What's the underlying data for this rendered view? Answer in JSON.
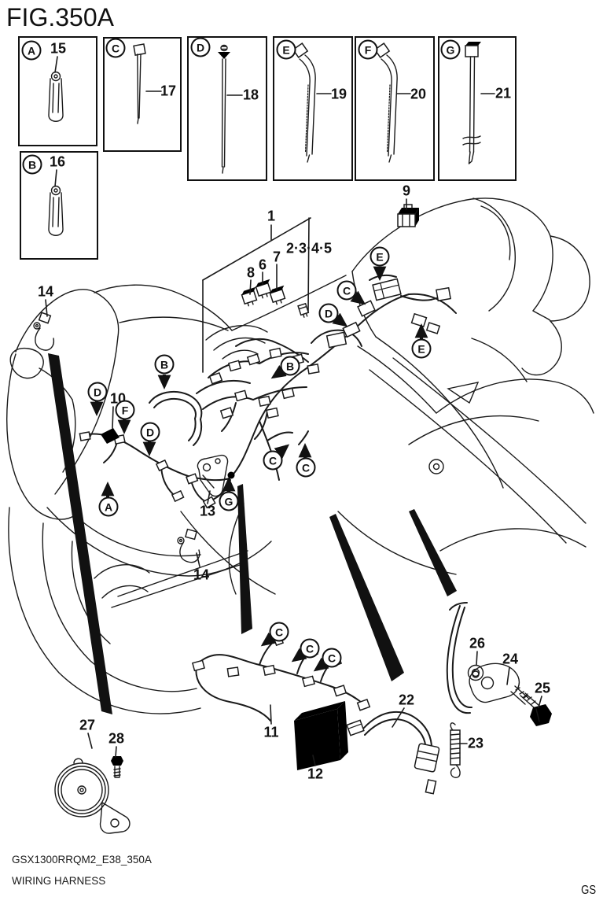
{
  "figure": {
    "title": "FIG.350A"
  },
  "legend": {
    "boxes": [
      {
        "letter": "A",
        "part": "15"
      },
      {
        "letter": "B",
        "part": "16"
      },
      {
        "letter": "C",
        "part": "17"
      },
      {
        "letter": "D",
        "part": "18"
      },
      {
        "letter": "E",
        "part": "19"
      },
      {
        "letter": "F",
        "part": "20"
      },
      {
        "letter": "G",
        "part": "21"
      }
    ]
  },
  "callouts": {
    "numbers": [
      "15",
      "16",
      "17",
      "18",
      "19",
      "20",
      "21",
      "1",
      "2·3·4·5",
      "6",
      "7",
      "8",
      "9",
      "10",
      "11",
      "12",
      "13",
      "14",
      "14",
      "22",
      "23",
      "24",
      "25",
      "26",
      "27",
      "28"
    ],
    "letters": [
      "A",
      "B",
      "C",
      "D",
      "E",
      "F",
      "G",
      "E",
      "C",
      "D",
      "E",
      "B",
      "B",
      "D",
      "F",
      "D",
      "C",
      "C",
      "A",
      "G",
      "C",
      "C",
      "C"
    ]
  },
  "footer": {
    "drawing_code": "GSX1300RRQM2_E38_350A",
    "drawing_name": "WIRING HARNESS",
    "page_mark": "GS"
  }
}
